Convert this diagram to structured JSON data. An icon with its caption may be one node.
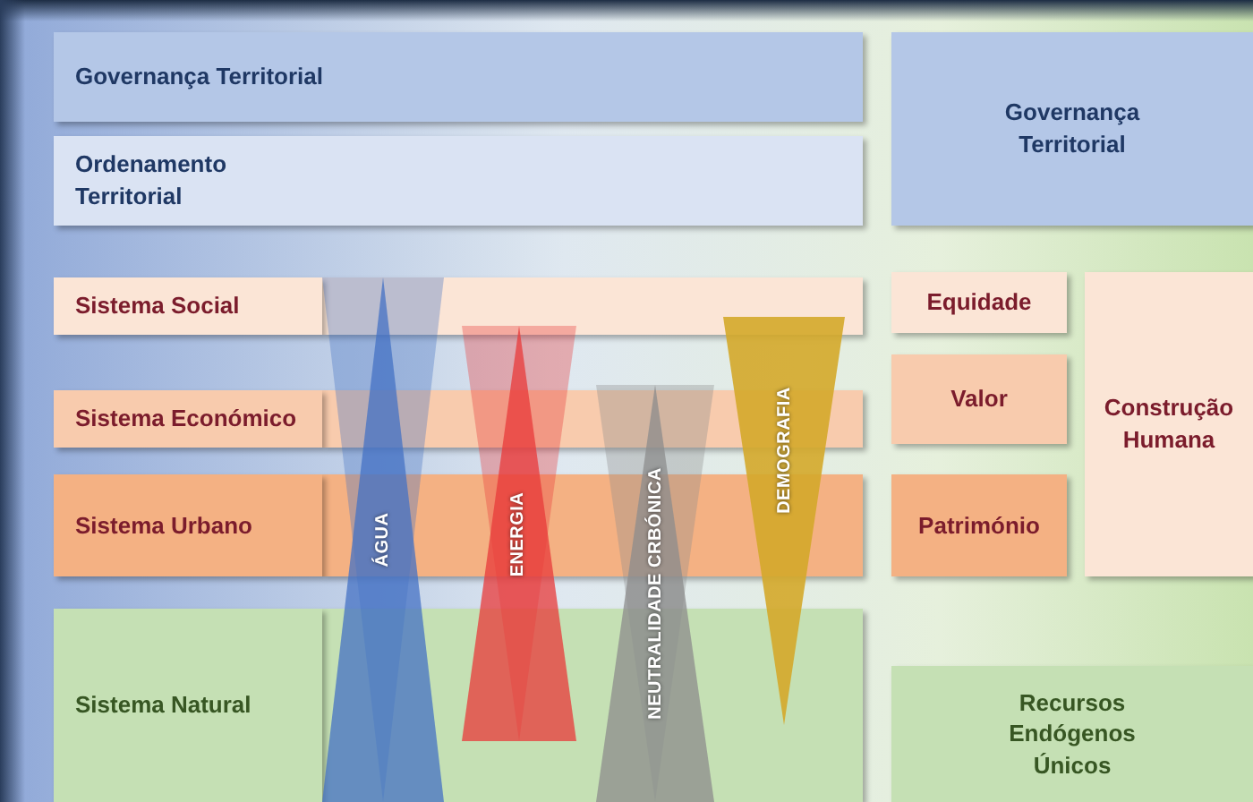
{
  "diagram": {
    "nodes": [
      {
        "text": [
          "Governança Territorial"
        ]
      },
      {
        "text": [
          "Ordenamento Territorial"
        ]
      },
      {
        "text": [
          "Governança Territorial"
        ]
      },
      {
        "text": [
          "Sistema Social"
        ]
      },
      {
        "text": [
          "Sistema Económico"
        ]
      },
      {
        "text": [
          "Sistema Urbano"
        ]
      },
      {
        "text": [
          "Sistema Natural"
        ]
      },
      {
        "text": [
          "Equidade"
        ]
      },
      {
        "text": [
          "Valor"
        ]
      },
      {
        "text": [
          "Património"
        ]
      },
      {
        "text": [
          "Construção Humana"
        ]
      },
      {
        "text": [
          "Recursos Endógenos Únicos"
        ]
      },
      {
        "text": [
          "ÁGUA"
        ]
      },
      {
        "text": [
          "ENERGIA"
        ]
      },
      {
        "text": [
          "NEUTRALIDADE CRBÓNICA"
        ]
      },
      {
        "text": [
          "DEMOGRAFIA"
        ]
      }
    ]
  }
}
